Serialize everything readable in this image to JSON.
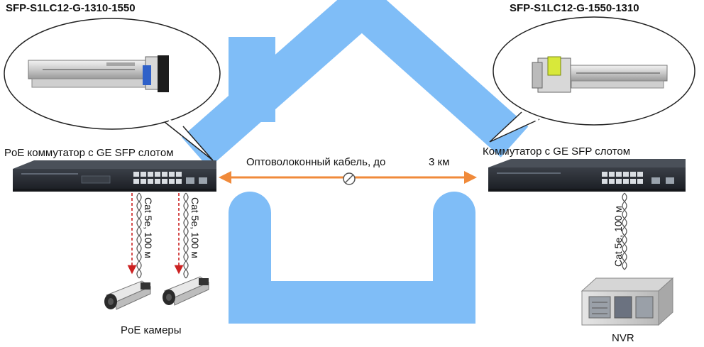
{
  "left_module": {
    "part_number": "SFP-S1LC12-G-1310-1550"
  },
  "right_module": {
    "part_number": "SFP-S1LC12-G-1550-1310"
  },
  "left_switch": {
    "label": "PoE коммутатор с GE SFP слотом"
  },
  "right_switch": {
    "label": "Коммутатор с GE SFP слотом"
  },
  "fiber_link": {
    "label": "Оптоволоконный кабель, до",
    "distance": "3 км"
  },
  "camera_cable_1": {
    "label": "Cat 5e, 100 м"
  },
  "camera_cable_2": {
    "label": "Cat 5e, 100 м"
  },
  "nvr_cable": {
    "label": "Cat 5e, 100 м"
  },
  "cameras": {
    "label": "PoE камеры"
  },
  "nvr": {
    "label": "NVR"
  },
  "colors": {
    "house": "#7fbdf7",
    "arrow": "#f08a3a",
    "cable_arrow": "#cc2222",
    "switch_body": "#2b2f36",
    "attenuator_icon": "#555555"
  },
  "icons": [
    "house-icon",
    "sfp-module-icon",
    "switch-icon",
    "ip-camera-icon",
    "nvr-server-icon",
    "attenuator-icon"
  ]
}
